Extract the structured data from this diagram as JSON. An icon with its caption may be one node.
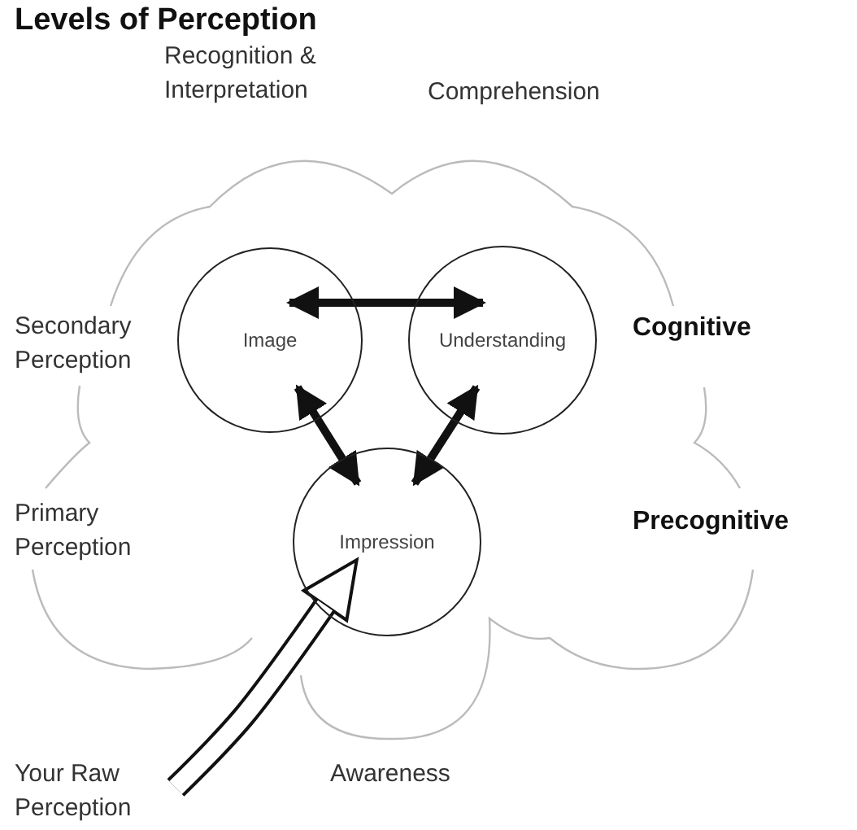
{
  "diagram": {
    "title": "Levels of Perception",
    "nodes": [
      {
        "text": [
          "Image"
        ]
      },
      {
        "text": [
          "Understanding"
        ]
      },
      {
        "text": [
          "Impression"
        ]
      },
      {
        "text": [
          "Your Raw Perception"
        ]
      }
    ],
    "edges": [
      {
        "from": 0,
        "to": 1,
        "arrow": "both"
      },
      {
        "from": 0,
        "to": 2,
        "arrow": "both"
      },
      {
        "from": 1,
        "to": 2,
        "arrow": "both"
      },
      {
        "from": 3,
        "to": 2,
        "arrow": "to",
        "style": "thick"
      }
    ],
    "labels": [
      "Recognition & Interpretation",
      "Comprehension",
      "Secondary Perception",
      "Cognitive",
      "Primary Perception",
      "Precognitive",
      "Awareness"
    ]
  }
}
